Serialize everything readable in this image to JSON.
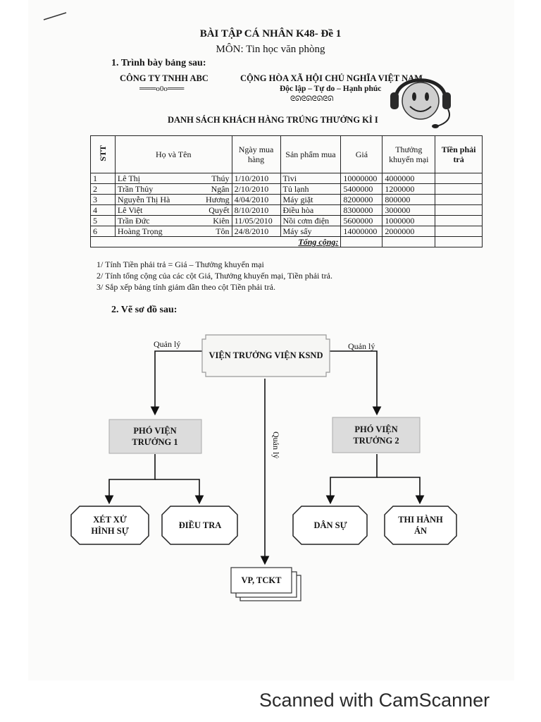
{
  "doc": {
    "title": "BÀI TẬP CÁ NHÂN K48- Đề 1",
    "subject": "MÔN: Tin học văn phòng",
    "section1": "1.  Trình bày bảng sau:",
    "company": "CÔNG TY TNHH ABC",
    "company_mark": "═══o0o═══",
    "nation": "CỘNG HÒA XÃ HỘI CHỦ NGHĨA VIỆT NAM",
    "motto": "Độc lập – Tự do – Hạnh phúc",
    "ornament": "ᘓᘏᘓᘏᘓᘏᘓᘏ",
    "list_title": "DANH SÁCH KHÁCH HÀNG TRÚNG THƯỞNG KÌ  I",
    "section2": "2.  Vẽ sơ đồ sau:"
  },
  "table": {
    "headers": {
      "stt": "STT",
      "name": "Họ và Tên",
      "date": "Ngày mua hàng",
      "product": "Sản phẩm mua",
      "price": "Giá",
      "bonus": "Thưởng khuyến mại",
      "pay": "Tiền phải trả"
    },
    "rows": [
      {
        "stt": "1",
        "first": "Lê Thị",
        "last": "Thúy",
        "date": "1/10/2010",
        "product": "Tivi",
        "price": "10000000",
        "bonus": "4000000"
      },
      {
        "stt": "2",
        "first": "Trần Thủy",
        "last": "Ngân",
        "date": "2/10/2010",
        "product": "Tủ lạnh",
        "price": "5400000",
        "bonus": "1200000"
      },
      {
        "stt": "3",
        "first": "Nguyễn Thị Hà",
        "last": "Hương",
        "date": "4/04/2010",
        "product": "Máy giặt",
        "price": "8200000",
        "bonus": "800000"
      },
      {
        "stt": "4",
        "first": "Lê Việt",
        "last": "Quyết",
        "date": "8/10/2010",
        "product": "Điều hòa",
        "price": "8300000",
        "bonus": "300000"
      },
      {
        "stt": "5",
        "first": "Trần Đức",
        "last": "Kiên",
        "date": "11/05/2010",
        "product": "Nồi cơm điện",
        "price": "5600000",
        "bonus": "1000000"
      },
      {
        "stt": "6",
        "first": "Hoàng Trọng",
        "last": "Tôn",
        "date": "24/8/2010",
        "product": "Máy sấy",
        "price": "14000000",
        "bonus": "2000000"
      }
    ],
    "total_label": "Tổng cộng:"
  },
  "notes": [
    "1/ Tính Tiền phải trả = Giá – Thưởng khuyến mại",
    "2/ Tính tổng cộng của các cột Giá, Thưởng khuyến mại, Tiền phải trả.",
    "3/ Sắp xếp bảng tính giảm dần theo cột Tiền phải trả."
  ],
  "diagram": {
    "top": "VIỆN TRƯỞNG VIỆN KSND",
    "left": "PHÓ VIỆN TRƯỞNG 1",
    "right": "PHÓ VIỆN TRƯỞNG 2",
    "leaf1": "XÉT XỬ HÌNH SỰ",
    "leaf2": "ĐIỀU TRA",
    "leaf3": "DÂN SỰ",
    "leaf4": "THI HÀNH ÁN",
    "bottom": "VP, TCKT",
    "manage_left": "Quản lý",
    "manage_right": "Quản lý",
    "manage_center": "Quản lý"
  },
  "footer": "Scanned with CamScanner"
}
